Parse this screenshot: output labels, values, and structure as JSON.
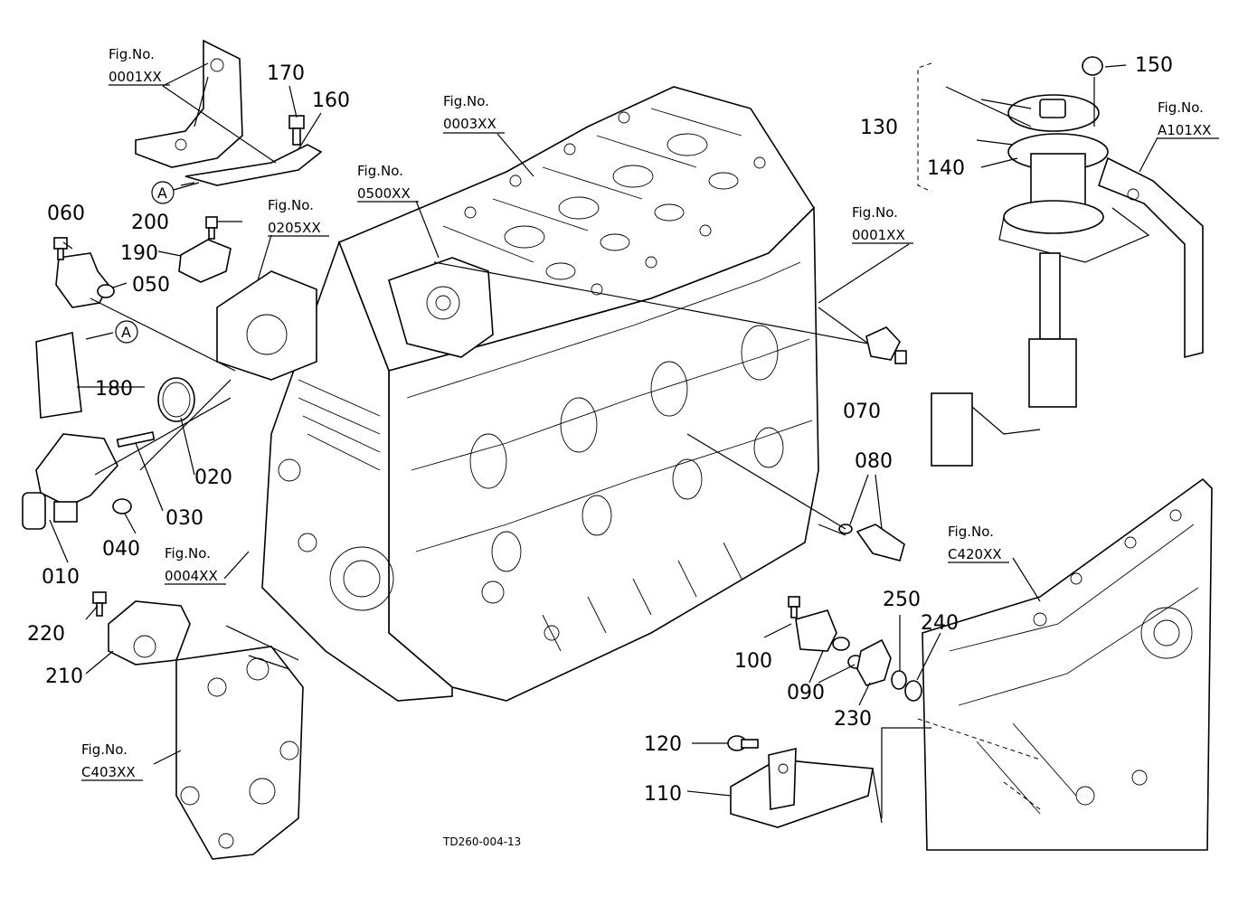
{
  "parts": {
    "p010": "010",
    "p020": "020",
    "p030": "030",
    "p040": "040",
    "p050": "050",
    "p060": "060",
    "p070": "070",
    "p080": "080",
    "p090": "090",
    "p100": "100",
    "p110": "110",
    "p120": "120",
    "p130": "130",
    "p140": "140",
    "p150": "150",
    "p160": "160",
    "p170": "170",
    "p180": "180",
    "p190": "190",
    "p200": "200",
    "p210": "210",
    "p220": "220",
    "p230": "230",
    "p240": "240",
    "p250": "250"
  },
  "figrefs": {
    "fig_label": "Fig.No.",
    "f0001_top": "0001XX",
    "f0003": "0003XX",
    "f0500": "0500XX",
    "f0205": "0205XX",
    "f0001_right": "0001XX",
    "fA101": "A101XX",
    "f0004": "0004XX",
    "fC420": "C420XX",
    "fC403": "C403XX"
  },
  "callout": {
    "a1": "A",
    "a2": "A"
  },
  "drawing_code": "TD260-004-13"
}
